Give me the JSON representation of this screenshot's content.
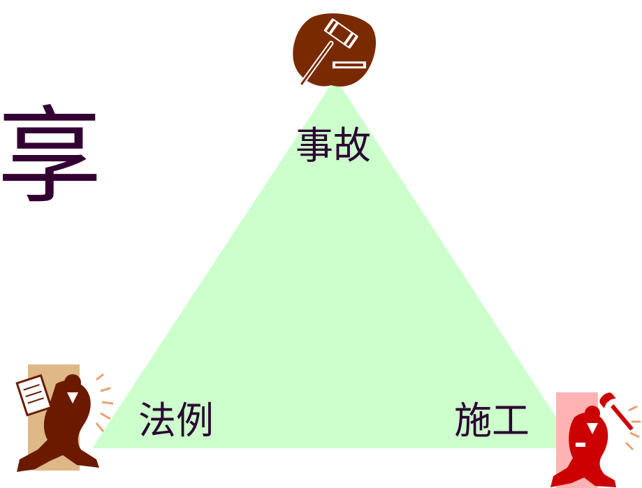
{
  "slide": {
    "big_char": "享",
    "labels": {
      "top": "事故",
      "left": "法例",
      "right": "施工"
    }
  },
  "colors": {
    "triangle_fill": "#ccffcc",
    "text": "#2a0030",
    "gavel": "#7a2a00",
    "law_figure": "#6b1a00",
    "law_backdrop": "#deb887",
    "worker_figure": "#cc0000",
    "worker_backdrop": "#ffb3b3"
  },
  "icons": {
    "top": "gavel-icon",
    "left": "lawyer-with-document-icon",
    "right": "worker-with-wrench-icon"
  }
}
